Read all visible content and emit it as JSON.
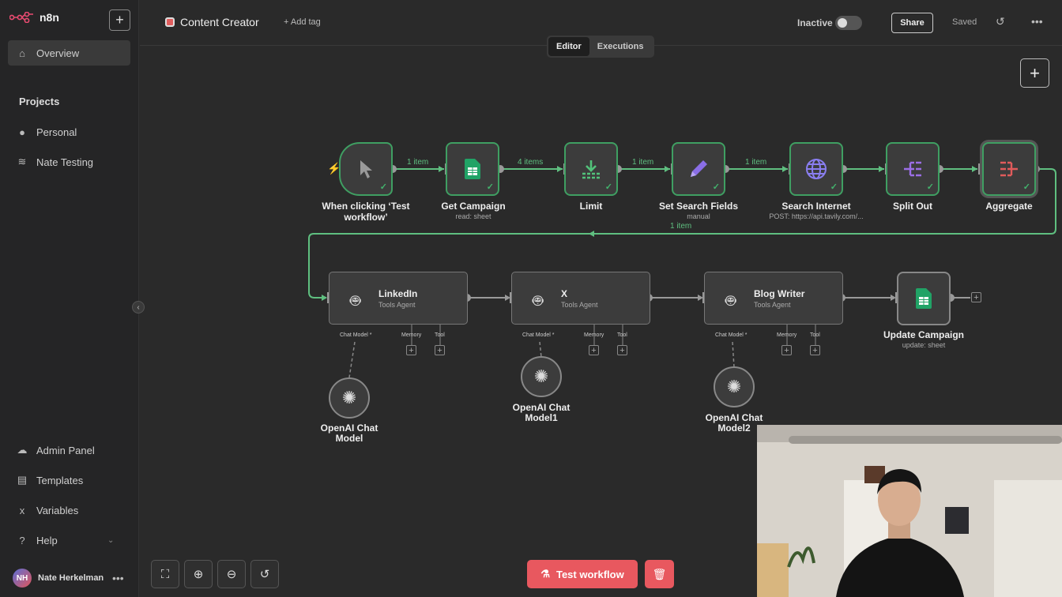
{
  "sidebar": {
    "brand": "n8n",
    "new_button": "+",
    "overview": "Overview",
    "projects_label": "Projects",
    "projects": [
      "Personal",
      "Nate Testing"
    ],
    "bottom_items": [
      "Admin Panel",
      "Templates",
      "Variables",
      "Help"
    ],
    "user_initials": "NH",
    "user_name": "Nate Herkelman"
  },
  "header": {
    "workflow_title": "Content Creator",
    "add_tag": "+ Add tag",
    "status": "Inactive",
    "share": "Share",
    "saved": "Saved",
    "tabs": [
      "Editor",
      "Executions"
    ]
  },
  "nodes": [
    {
      "label_line1": "When clicking ‘Test",
      "label_line2": "workflow’",
      "sub": ""
    },
    {
      "label_line1": "Get Campaign",
      "sub": "read: sheet"
    },
    {
      "label_line1": "Limit",
      "sub": ""
    },
    {
      "label_line1": "Set Search Fields",
      "sub": "manual"
    },
    {
      "label_line1": "Search Internet",
      "sub": "POST: https://api.tavily.com/..."
    },
    {
      "label_line1": "Split Out",
      "sub": ""
    },
    {
      "label_line1": "Aggregate",
      "sub": ""
    },
    {
      "label_line1": "Update Campaign",
      "sub": "update: sheet"
    }
  ],
  "connections": [
    "1 item",
    "4 items",
    "1 item",
    "1 item",
    "1 item"
  ],
  "agents": [
    {
      "title": "LinkedIn",
      "sub": "Tools Agent"
    },
    {
      "title": "X",
      "sub": "Tools Agent"
    },
    {
      "title": "Blog Writer",
      "sub": "Tools Agent"
    }
  ],
  "ports": {
    "chat_model": "Chat Model *",
    "memory": "Memory",
    "tool": "Tool"
  },
  "models": [
    {
      "line1": "OpenAI Chat",
      "line2": "Model"
    },
    {
      "line1": "OpenAI Chat",
      "line2": "Model1"
    },
    {
      "line1": "OpenAI Chat",
      "line2": "Model2"
    }
  ],
  "footer": {
    "test_workflow": "Test workflow"
  },
  "colors": {
    "success": "#3f9f62",
    "accent": "#e8585f",
    "sheets": "#21a366",
    "purple": "#8a5cd6"
  }
}
